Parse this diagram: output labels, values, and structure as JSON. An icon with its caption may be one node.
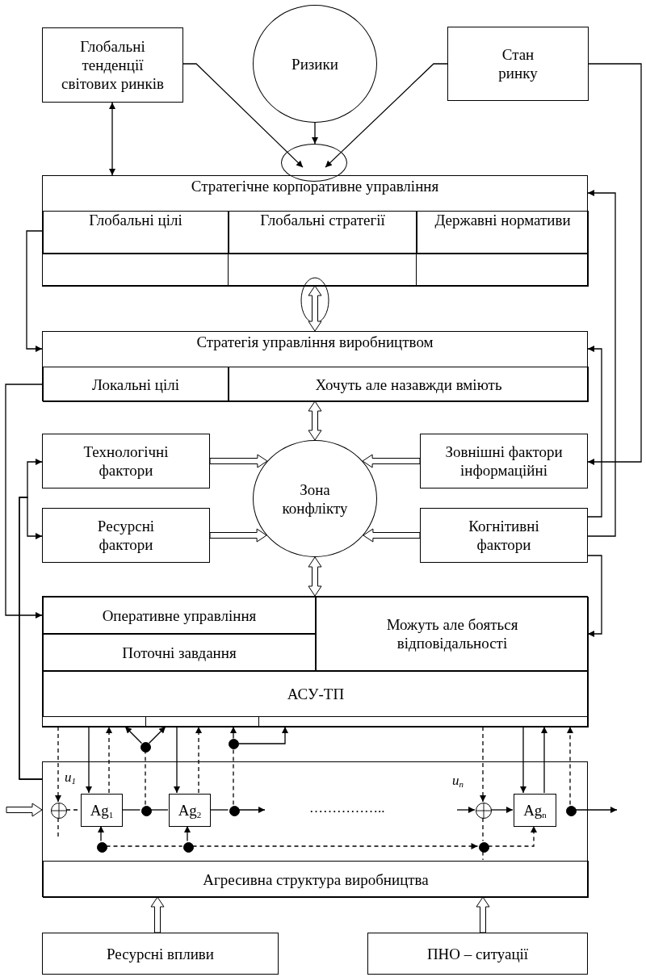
{
  "diagram": {
    "nodes": [
      {
        "text": [
          "Глобальні тенденції світових ринків"
        ]
      },
      {
        "text": [
          "Ризики"
        ]
      },
      {
        "text": [
          "Стан ринку"
        ]
      },
      {
        "text": [],
        "shape": "ellipse"
      },
      {
        "text": [
          "Стратегічне корпоративне управління"
        ]
      },
      {
        "text": [
          "Глобальні цілі"
        ],
        "in": 4
      },
      {
        "text": [
          "Глобальні стратегії"
        ],
        "in": 4
      },
      {
        "text": [
          "Державні нормативи"
        ],
        "in": 4
      },
      {
        "text": [
          "Стратегія управління виробництвом"
        ]
      },
      {
        "text": [
          "Локальні цілі"
        ],
        "in": 8
      },
      {
        "text": [
          "Хочуть але назавжди вміють"
        ],
        "in": 8
      },
      {
        "text": [
          "Технологічні фактори"
        ]
      },
      {
        "text": [
          "Ресурсні фактори"
        ]
      },
      {
        "text": [
          "Зона конфлікту"
        ]
      },
      {
        "text": [
          "Зовнішні фактори інформаційні"
        ]
      },
      {
        "text": [
          "Когнітивні фактори"
        ]
      },
      {
        "text": [],
        "shape": "box"
      },
      {
        "text": [
          "Оперативне управління"
        ],
        "in": 16
      },
      {
        "text": [
          "Поточні завдання"
        ],
        "in": 16
      },
      {
        "text": [
          "Можуть але бояться відповідальності"
        ],
        "in": 16
      },
      {
        "text": [
          "АСУ-ТП"
        ],
        "in": 16
      },
      {
        "text": [],
        "shape": "box"
      },
      {
        "text": [
          "Агресивна структура виробництва"
        ],
        "in": 21
      },
      {
        "text": [],
        "shape": "circle",
        "in": 21
      },
      {
        "text": [
          "Ag$_{1}$"
        ],
        "in": 21
      },
      {
        "text": [
          "Ag$_{2}$"
        ],
        "in": 21
      },
      {
        "text": [],
        "shape": "circle",
        "in": 21
      },
      {
        "text": [
          "Ag$_{n}$"
        ],
        "in": 21
      },
      {
        "text": [],
        "shape": "dot",
        "in": 21
      },
      {
        "text": [],
        "shape": "dot"
      },
      {
        "text": [],
        "shape": "dot",
        "in": 21
      },
      {
        "text": [],
        "shape": "dot"
      },
      {
        "text": [],
        "shape": "dot",
        "in": 21
      },
      {
        "text": [],
        "shape": "dot",
        "in": 21
      },
      {
        "text": [],
        "shape": "dot",
        "in": 21
      },
      {
        "text": [],
        "shape": "dot",
        "in": 21
      },
      {
        "text": [
          "Ресурсні впливи"
        ]
      },
      {
        "text": [
          "ПНО – ситуації"
        ]
      }
    ],
    "edges": [
      {
        "from": 0,
        "to": 4,
        "arrow": "both"
      },
      {
        "from": 0,
        "to": 3,
        "arrow": "to"
      },
      {
        "from": 1,
        "to": 3,
        "arrow": "to"
      },
      {
        "from": 2,
        "to": 3,
        "arrow": "to"
      },
      {
        "from": 4,
        "to": 8,
        "arrow": "both",
        "style": "thick"
      },
      {
        "from": 5,
        "to": 8,
        "arrow": "to"
      },
      {
        "from": 2,
        "to": 14,
        "arrow": "to"
      },
      {
        "from": 15,
        "to": 4,
        "arrow": "to"
      },
      {
        "from": 15,
        "to": 8,
        "arrow": "to"
      },
      {
        "from": 15,
        "to": 19,
        "arrow": "to"
      },
      {
        "from": 8,
        "to": 13,
        "arrow": "both",
        "style": "thick"
      },
      {
        "from": 11,
        "to": 13,
        "arrow": "to",
        "style": "thick"
      },
      {
        "from": 12,
        "to": 13,
        "arrow": "to",
        "style": "thick"
      },
      {
        "from": 14,
        "to": 13,
        "arrow": "to",
        "style": "thick"
      },
      {
        "from": 15,
        "to": 13,
        "arrow": "to",
        "style": "thick"
      },
      {
        "from": 13,
        "to": 16,
        "arrow": "both",
        "style": "thick"
      },
      {
        "from": 9,
        "to": 17,
        "arrow": "to"
      },
      {
        "from": 21,
        "to": 11,
        "arrow": "to"
      },
      {
        "from": 21,
        "to": 12,
        "arrow": "to"
      },
      {
        "from": 16,
        "to": 23,
        "arrow": "to",
        "style": "dashed"
      },
      {
        "from": 16,
        "to": 24,
        "arrow": "to"
      },
      {
        "from": 24,
        "to": 16,
        "arrow": "to",
        "style": "dashed"
      },
      {
        "from": 23,
        "to": 24,
        "arrow": "none",
        "style": "dashed"
      },
      {
        "from": 24,
        "to": 28,
        "arrow": "none"
      },
      {
        "from": 28,
        "to": 25,
        "arrow": "none"
      },
      {
        "from": 28,
        "to": 29,
        "arrow": "none",
        "style": "dashed"
      },
      {
        "from": 29,
        "to": 16,
        "arrow": "to"
      },
      {
        "from": 29,
        "to": 16,
        "arrow": "to"
      },
      {
        "from": 16,
        "to": 25,
        "arrow": "to"
      },
      {
        "from": 25,
        "to": 16,
        "arrow": "to",
        "style": "dashed"
      },
      {
        "from": 25,
        "to": 30,
        "arrow": "none"
      },
      {
        "from": 30,
        "to": null,
        "arrow": "to"
      },
      {
        "from": 30,
        "to": 31,
        "arrow": "none",
        "style": "dashed"
      },
      {
        "from": 31,
        "to": 16,
        "arrow": "to"
      },
      {
        "from": 31,
        "to": 16,
        "arrow": "to"
      },
      {
        "from": null,
        "to": 26,
        "arrow": "to"
      },
      {
        "from": 16,
        "to": 26,
        "arrow": "to",
        "style": "dashed"
      },
      {
        "from": 26,
        "to": 27,
        "arrow": "to"
      },
      {
        "from": 16,
        "to": 27,
        "arrow": "to"
      },
      {
        "from": 27,
        "to": 16,
        "arrow": "to"
      },
      {
        "from": 35,
        "to": 16,
        "arrow": "to",
        "style": "dashed"
      },
      {
        "from": 35,
        "to": null,
        "arrow": "to"
      },
      {
        "from": 32,
        "to": 24,
        "arrow": "to"
      },
      {
        "from": 33,
        "to": 25,
        "arrow": "to"
      },
      {
        "from": 32,
        "to": 33,
        "arrow": "none",
        "style": "dashed"
      },
      {
        "from": 33,
        "to": 34,
        "arrow": "to",
        "style": "dashed"
      },
      {
        "from": 26,
        "to": 34,
        "arrow": "none",
        "style": "dashed"
      },
      {
        "from": 34,
        "to": 27,
        "arrow": "to",
        "style": "dashed"
      },
      {
        "from": null,
        "to": 21,
        "arrow": "to",
        "style": "thick"
      },
      {
        "from": 36,
        "to": 22,
        "arrow": "to",
        "style": "thick"
      },
      {
        "from": 37,
        "to": 22,
        "arrow": "to",
        "style": "thick"
      },
      {
        "from": 34,
        "to": 22,
        "arrow": "none",
        "style": "dashed"
      }
    ],
    "labels": [
      "u$_{1}$",
      "u$_{n}$",
      "…………….."
    ]
  }
}
